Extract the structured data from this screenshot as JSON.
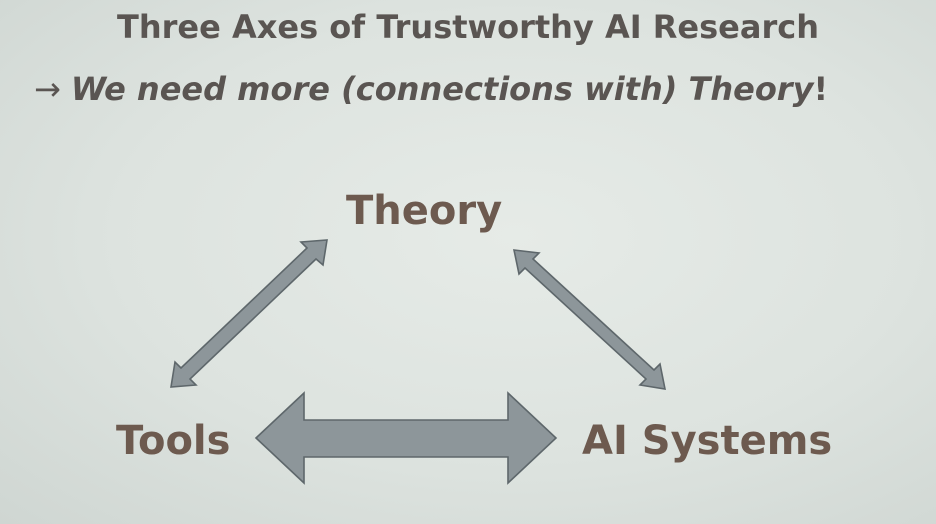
{
  "slide": {
    "title": "Three Axes of Trustworthy AI Research",
    "subtitle_arrow": "→",
    "subtitle_text": "We need more (connections with) Theory",
    "subtitle_bang": "!"
  },
  "nodes": {
    "theory": "Theory",
    "tools": "Tools",
    "ai_systems": "AI Systems"
  },
  "colors": {
    "background": "#dde3df",
    "title_text": "#5a5552",
    "node_text": "#6d5a4f",
    "arrow_fill": "#8d969a",
    "arrow_stroke": "#5e676b"
  }
}
